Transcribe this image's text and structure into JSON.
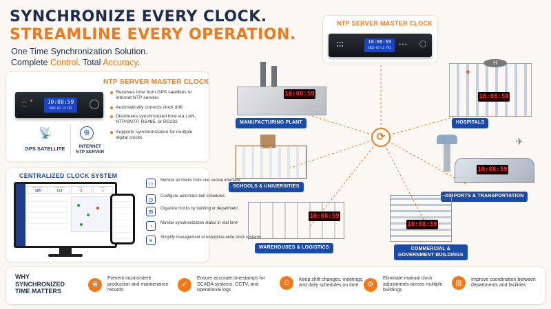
{
  "header": {
    "line1": "SYNCHRONIZE EVERY CLOCK.",
    "line2": "STREAMLINE EVERY OPERATION.",
    "tag1": "One Time Synchronization Solution.",
    "tag2_a": "Complete ",
    "tag2_b": "Control",
    "tag2_c": ". Total ",
    "tag2_d": "Accuracy",
    "tag2_e": "."
  },
  "top_server": {
    "title": "NTP SERVER MASTER CLOCK",
    "time": "10:08:59",
    "date": "2025-07-11",
    "day": "FRI"
  },
  "left_panel": {
    "title": "NTP SERVER MASTER CLOCK",
    "time": "10:08:59",
    "date": "2025-07-11",
    "day": "FRI",
    "bullets": [
      "Receives time from GPS satellites or Internet NTP servers",
      "Automatically corrects clock drift",
      "Distributes synchronized time via LAN, NTP/SNTP, RS485, or RS232",
      "Supports synchronization for multiple digital clocks"
    ],
    "gps_label": "GPS SATELLITE",
    "internet_label_1": "INTERNET",
    "internet_label_2": "NTP SERVER"
  },
  "ccs": {
    "title": "CENTRALIZED CLOCK SYSTEM",
    "stats": [
      {
        "label": "Total Clocks",
        "value": "128"
      },
      {
        "label": "Synchronized",
        "value": "118"
      },
      {
        "label": "Offline",
        "value": "2"
      },
      {
        "label": "Alarms",
        "value": "1"
      }
    ],
    "features": [
      "Monitor all clocks from one central interface",
      "Configure automatic bell schedules",
      "Organize clocks by building or department",
      "Monitor synchronization status in real time",
      "Simplify management of enterprise-wide clock systems"
    ]
  },
  "scenes": {
    "clock_time": "10:08:59",
    "manufacturing": "MANUFACTURING PLANT",
    "hospitals": "HOSPITALS",
    "schools": "SCHOOLS & UNIVERSITIES",
    "airports": "AIRPORTS & TRANSPORTATION",
    "warehouses": "WAREHOUSES & LOGISTICS",
    "commercial_1": "COMMERCIAL &",
    "commercial_2": "GOVERNMENT BUILDINGS"
  },
  "why": {
    "title_1": "WHY",
    "title_2": "SYNCHRONIZED",
    "title_3": "TIME MATTERS",
    "items": [
      {
        "icon": "database-icon",
        "text": "Prevent inconsistent production and maintenance records"
      },
      {
        "icon": "shield-check-icon",
        "text": "Ensure accurate timestamps for SCADA systems, CCTV, and operational logs"
      },
      {
        "icon": "team-icon",
        "text": "Keep shift changes, meetings, and daily schedules on time"
      },
      {
        "icon": "gear-icon",
        "text": "Eliminate manual clock adjustments across multiple buildings"
      },
      {
        "icon": "buildings-icon",
        "text": "Improve coordination between departments and facilities"
      }
    ]
  },
  "colors": {
    "accent": "#f07a1a",
    "brand_blue": "#1c4aa8",
    "navy": "#1c2d4d"
  }
}
